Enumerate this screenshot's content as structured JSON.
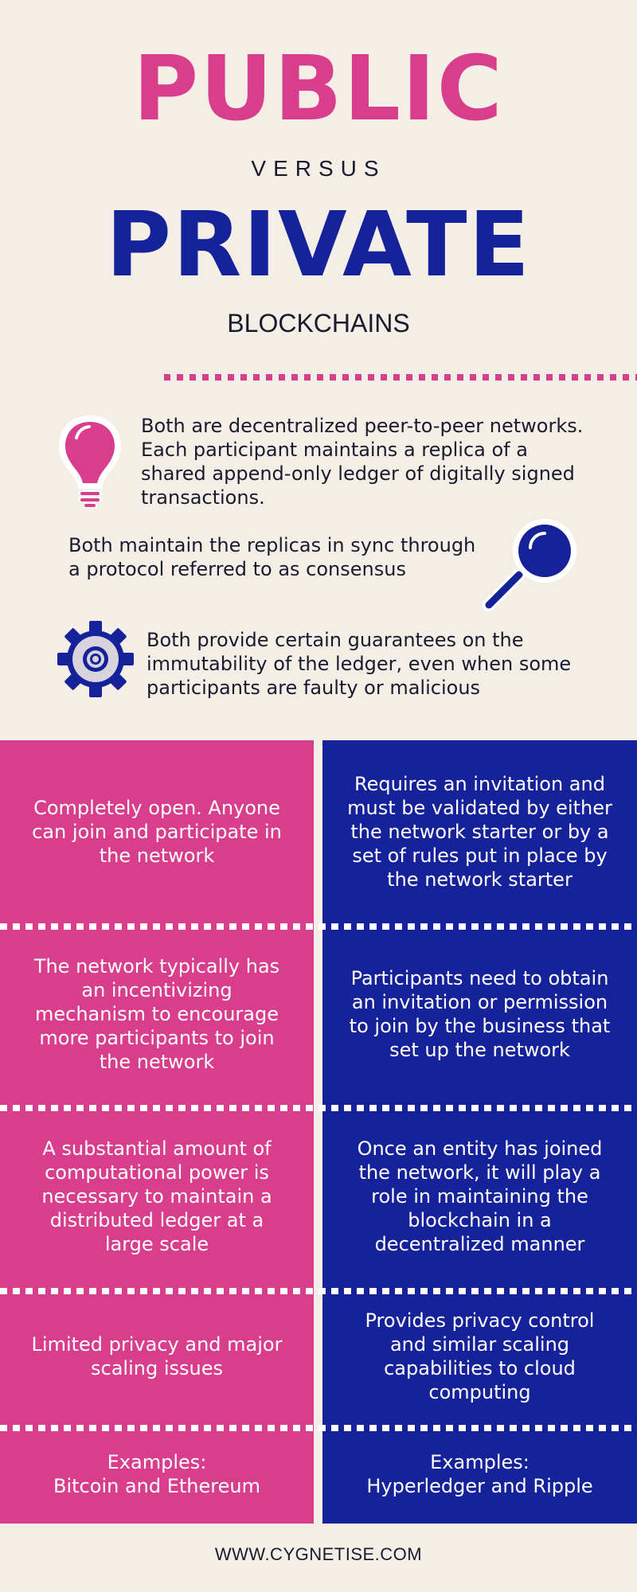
{
  "header": {
    "title_public": "PUBLIC",
    "title_versus": "VERSUS",
    "title_private": "PRIVATE",
    "subtitle": "BLOCKCHAINS"
  },
  "info": {
    "item1": "Both are decentralized peer-to-peer networks. Each participant maintains a replica of a shared append-only ledger of digitally signed transactions.",
    "item2": "Both maintain the replicas in sync through a protocol referred to as consensus",
    "item3": "Both provide certain guarantees on the immutability of the ledger, even when some participants are faulty or malicious",
    "icons": [
      "lightbulb-icon",
      "magnifier-icon",
      "gear-icon"
    ]
  },
  "comparison": {
    "public": [
      "Completely open. Anyone can join and participate in the network",
      "The network typically has an incentivizing mechanism to encourage more participants to join the network",
      "A substantial amount of computational power is necessary to maintain a distributed ledger at a large scale",
      "Limited privacy and major scaling issues",
      "Examples:\nBitcoin and Ethereum"
    ],
    "private": [
      "Requires an invitation and must be validated by either the network starter or by a set of rules put in place by the network starter",
      "Participants need to obtain an invitation or permission to join by the business that set up the network",
      "Once an entity has joined the network, it will play a role in maintaining the blockchain in a decentralized manner",
      "Provides privacy control and similar scaling capabilities to cloud computing",
      "Examples:\nHyperledger and Ripple"
    ]
  },
  "footer": {
    "url": "WWW.CYGNETISE.COM"
  },
  "colors": {
    "background": "#f4efe6",
    "pink": "#d93e8d",
    "navy": "#15229a",
    "text": "#1a1a2e"
  }
}
